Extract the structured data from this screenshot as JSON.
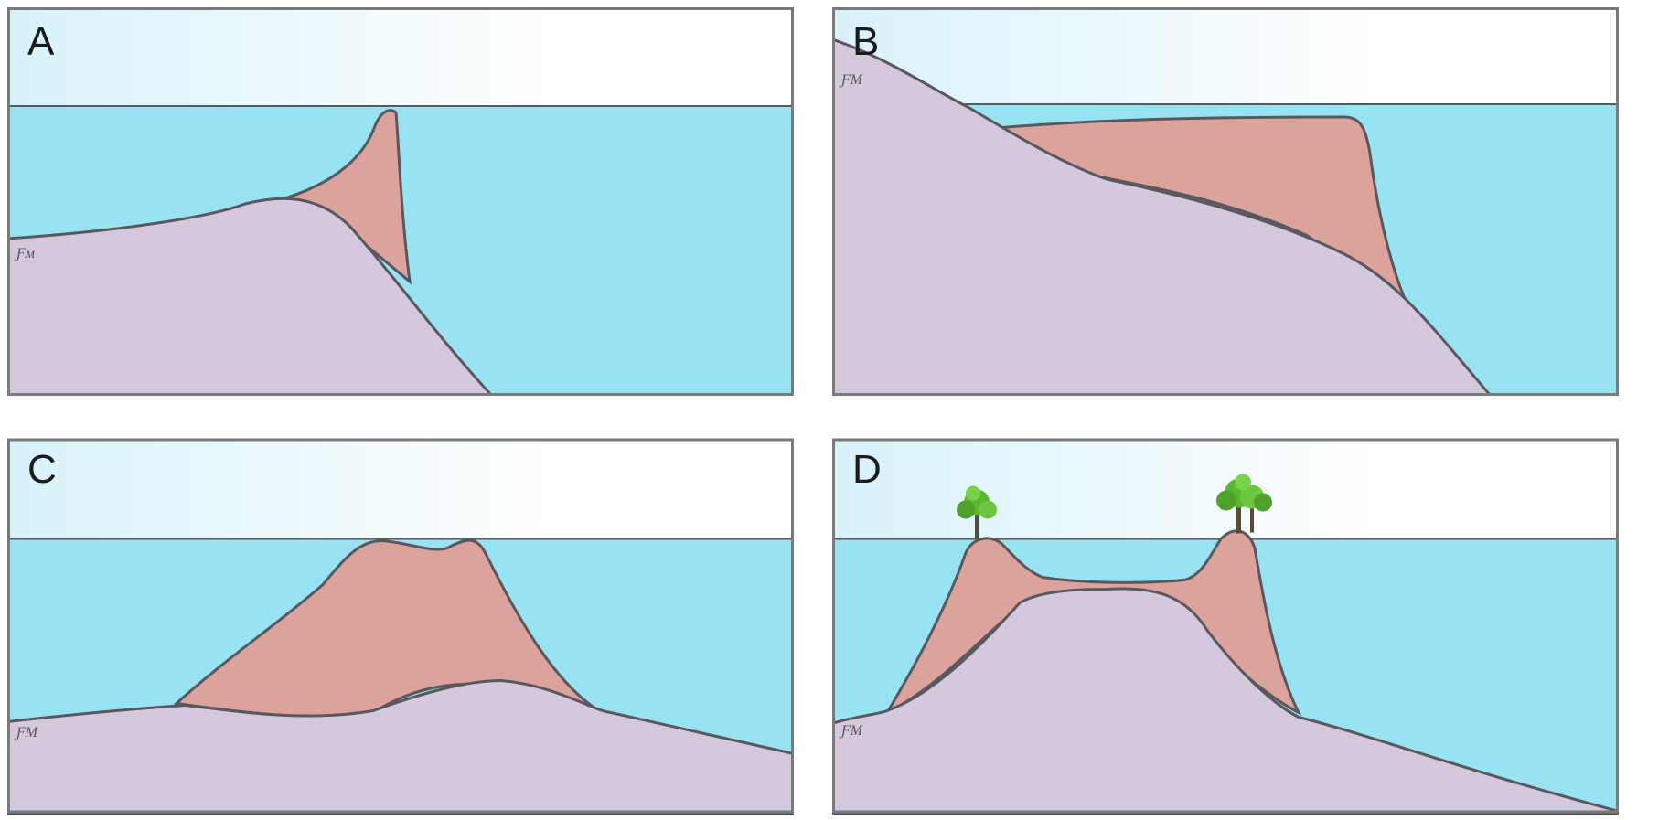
{
  "panels": [
    {
      "label": "A",
      "mark": "Ƒᴍ"
    },
    {
      "label": "B",
      "mark": "ƑM"
    },
    {
      "label": "C",
      "mark": "ƑM"
    },
    {
      "label": "D",
      "mark": "ƑM"
    }
  ],
  "colors": {
    "sky": "#eaf8fc",
    "water": "#98e3f3",
    "rock": "#d4c9dc",
    "reef": "#dca39c",
    "outline": "#58585e",
    "frame": "#7a7a7a",
    "tree": "#59b832"
  },
  "icons": [
    "palm-tree-icon"
  ]
}
